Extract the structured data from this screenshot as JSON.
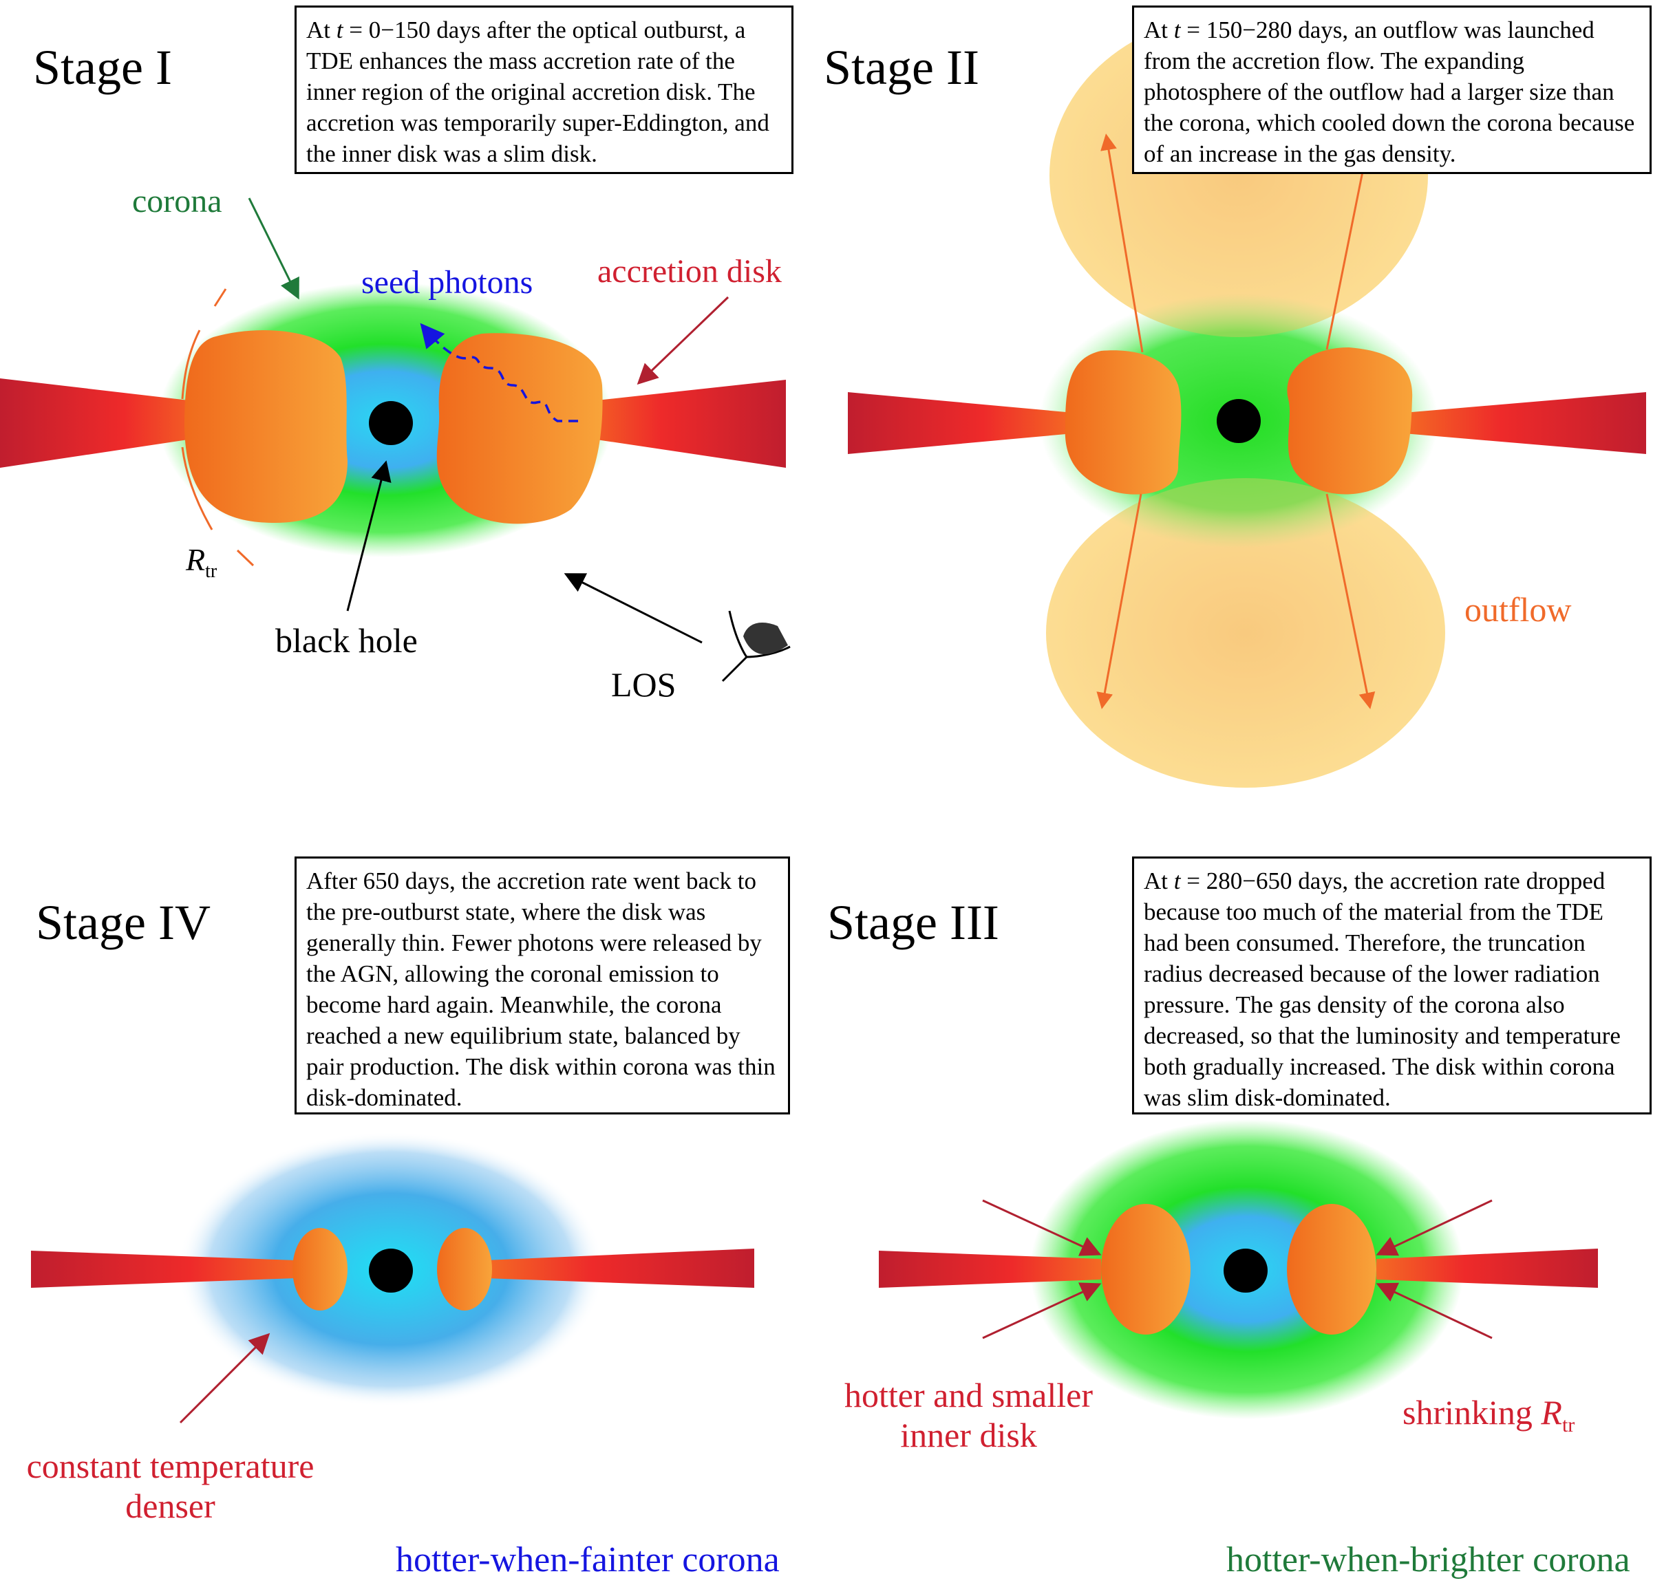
{
  "colors": {
    "green_label": "#1f7a3a",
    "blue_label": "#1515e0",
    "red_label": "#d02030",
    "orange_label": "#f06a2a",
    "black": "#000000"
  },
  "stage1": {
    "title": "Stage I",
    "desc_pre": "At ",
    "desc_italic": "t",
    "desc_post": " = 0−150 days after the optical outburst, a TDE enhances the mass accretion rate of the inner region of the original accretion disk. The accretion was temporarily super-Eddington, and the inner disk was a slim disk.",
    "label_corona": "corona",
    "label_seed": "seed photons",
    "label_disk": "accretion disk",
    "label_rtr_main": "R",
    "label_rtr_sub": "tr",
    "label_bh": "black hole",
    "label_los": "LOS"
  },
  "stage2": {
    "title": "Stage II",
    "desc_pre": "At ",
    "desc_italic": "t",
    "desc_post": " = 150−280 days, an outflow was launched from the accretion flow. The expanding photosphere of the outflow had a larger size than the corona, which cooled down the corona because of an increase in the gas density.",
    "label_outflow": "outflow"
  },
  "stage3": {
    "title": "Stage III",
    "desc_pre": "At ",
    "desc_italic": "t",
    "desc_post": " = 280−650 days, the accretion rate dropped because too much of the material from the TDE had been consumed. Therefore, the truncation radius decreased because of the lower radiation pressure. The gas density of the corona also decreased, so that the luminosity and temperature both gradually increased. The disk within corona was slim disk-dominated.",
    "label_hotter_1": "hotter and smaller",
    "label_hotter_2": "inner disk",
    "label_shrinking": "shrinking ",
    "label_shrinking_r": "R",
    "label_shrinking_sub": "tr",
    "bottom_caption": "hotter-when-brighter corona"
  },
  "stage4": {
    "title": "Stage IV",
    "desc": "After 650 days, the accretion rate went back to the pre-outburst state, where the disk was generally thin. Fewer photons were released by the AGN, allowing the coronal emission to become hard again. Meanwhile, the corona reached a new equilibrium state, balanced by pair production. The disk within corona was thin disk-dominated.",
    "label_const_1": "constant temperature",
    "label_const_2": "denser",
    "bottom_caption": "hotter-when-fainter corona"
  }
}
